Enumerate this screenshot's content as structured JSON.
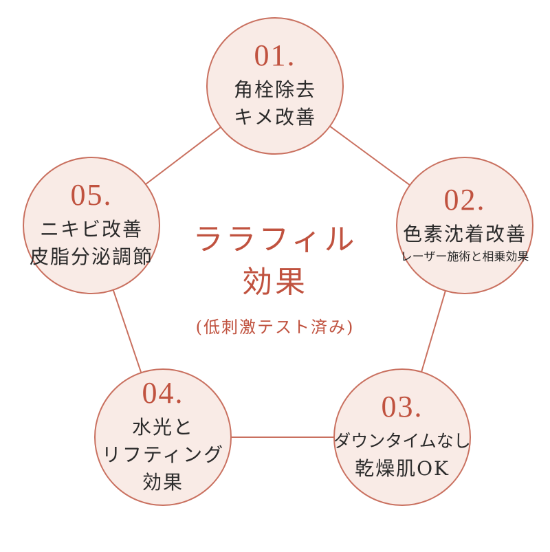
{
  "center": {
    "title_line1": "ララフィル",
    "title_line2": "効果",
    "subtitle": "(低刺激テスト済み)"
  },
  "items": [
    {
      "number": "01.",
      "lines": [
        "角栓除去",
        "キメ改善"
      ]
    },
    {
      "number": "02.",
      "lines": [
        "色素沈着改善",
        "レーザー施術と相乗効果"
      ]
    },
    {
      "number": "03.",
      "lines": [
        "ダウンタイムなし",
        "乾燥肌OK"
      ]
    },
    {
      "number": "04.",
      "lines": [
        "水光と",
        "リフティング",
        "効果"
      ]
    },
    {
      "number": "05.",
      "lines": [
        "ニキビ改善",
        "皮脂分泌調節"
      ]
    }
  ],
  "colors": {
    "accent": "#c0523f",
    "circle_fill": "#f9ebe6",
    "circle_border": "#c9705f",
    "text": "#2a2a2a"
  }
}
